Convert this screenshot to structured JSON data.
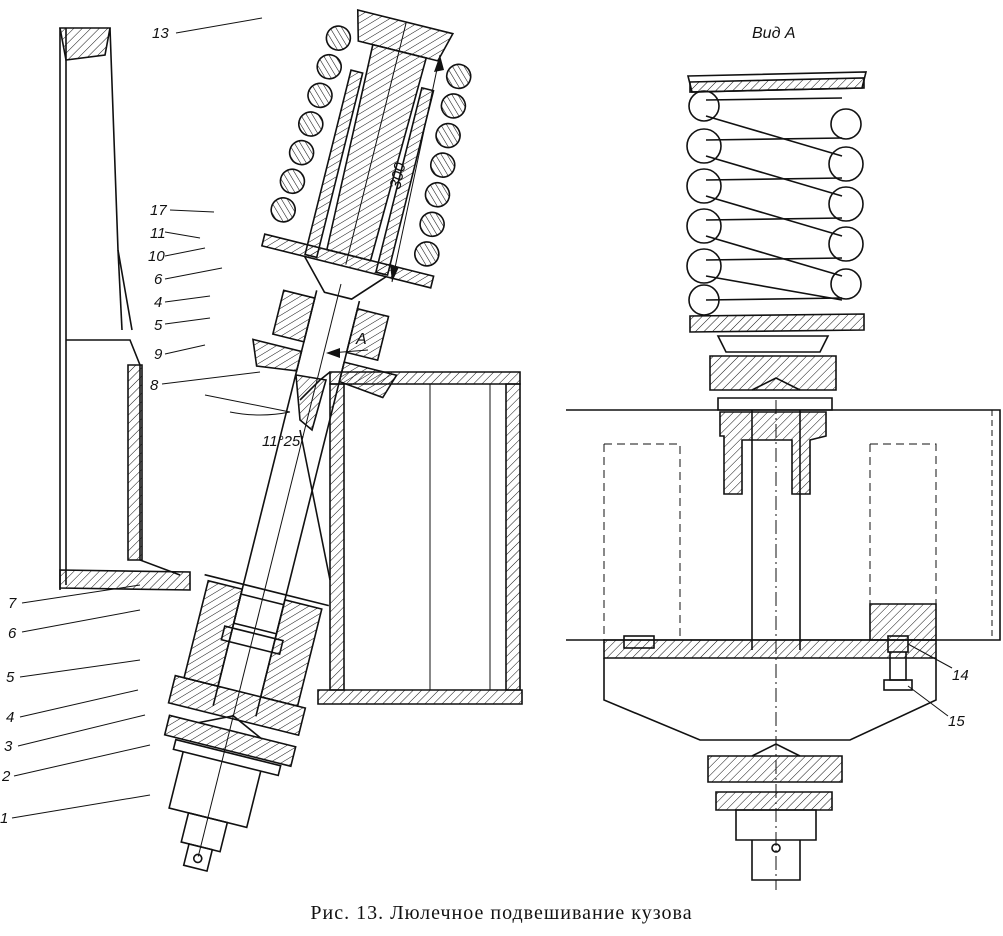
{
  "view_label": "Вид А",
  "caption": "Рис. 13. Люлечное подвешивание кузова",
  "dimension_label": "300",
  "angle_label": "11°25'",
  "arrow_label": "A",
  "callouts_left": [
    "13",
    "17",
    "11",
    "10",
    "6",
    "4",
    "5",
    "9",
    "8",
    "7",
    "6",
    "5",
    "4",
    "3",
    "2",
    "1"
  ],
  "callouts_right": [
    "14",
    "15"
  ]
}
